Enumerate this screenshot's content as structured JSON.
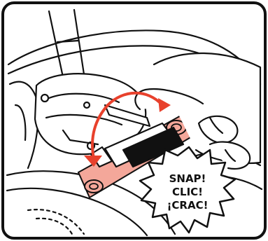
{
  "colors": {
    "line": "#111111",
    "strap": "#f4a79a",
    "arrow": "#e8412c",
    "background": "#ffffff"
  },
  "callout": {
    "line1": "SNAP!",
    "line2": "CLIC!",
    "line3": "¡CRAC!"
  }
}
